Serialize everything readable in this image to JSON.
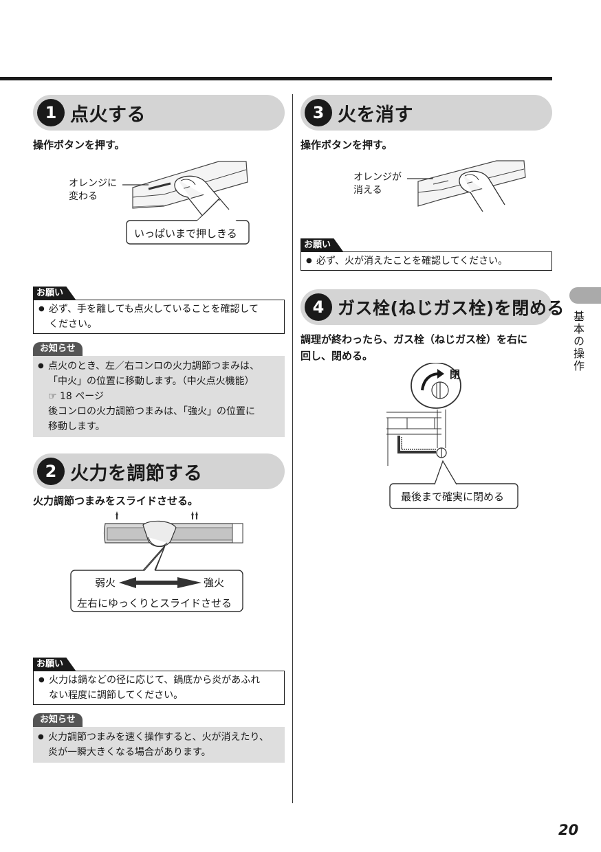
{
  "steps": [
    {
      "num": "1",
      "title": "点火する",
      "instruction": "操作ボタンを押す。",
      "labels": {
        "orange_line1": "オレンジに",
        "orange_line2": "変わる",
        "callout": "いっぱいまで押しきる"
      }
    },
    {
      "num": "2",
      "title": "火力を調節する",
      "instruction": "火力調節つまみをスライドさせる。",
      "labels": {
        "weak": "弱火",
        "strong": "強火",
        "callout": "左右にゆっくりとスライドさせる"
      }
    },
    {
      "num": "3",
      "title": "火を消す",
      "instruction": "操作ボタンを押す。",
      "labels": {
        "orange_line1": "オレンジが",
        "orange_line2": "消える"
      }
    },
    {
      "num": "4",
      "title": "ガス栓(ねじガス栓)を閉める",
      "instruction_line1": "調理が終わったら、ガス栓（ねじガス栓）を右に",
      "instruction_line2": "回し、閉める。",
      "labels": {
        "close": "閉",
        "callout": "最後まで確実に閉める"
      }
    }
  ],
  "notes": {
    "onegai_label": "お願い",
    "oshirase_label": "お知らせ",
    "step1_onegai_line1": "必ず、手を離しても点火していることを確認して",
    "step1_onegai_line2": "ください。",
    "step1_oshirase_line1": "点火のとき、左／右コンロの火力調節つまみは、",
    "step1_oshirase_line2": "「中火」の位置に移動します。（中火点火機能）",
    "step1_oshirase_ref": "☞ 18 ページ",
    "step1_oshirase_line3": "後コンロの火力調節つまみは、「強火」の位置に",
    "step1_oshirase_line4": "移動します。",
    "step2_onegai_line1": "火力は鍋などの径に応じて、鍋底から炎があふれ",
    "step2_onegai_line2": "ない程度に調節してください。",
    "step2_oshirase_line1": "火力調節つまみを速く操作すると、火が消えたり、",
    "step2_oshirase_line2": "炎が一瞬大きくなる場合があります。",
    "step3_onegai_line1": "必ず、火が消えたことを確認してください。"
  },
  "side_label": "基本の操作",
  "page_number": "20"
}
